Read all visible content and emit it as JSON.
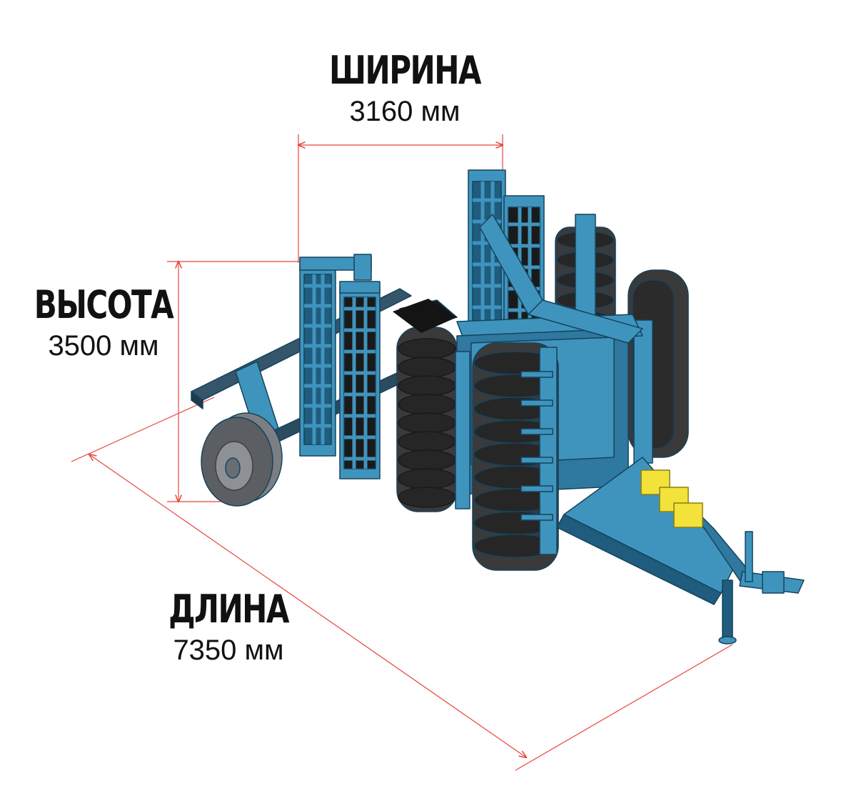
{
  "dimensions": {
    "width": {
      "title": "ШИРИНА",
      "value": "3160 мм"
    },
    "height": {
      "title": "ВЫСОТА",
      "value": "3500 мм"
    },
    "length": {
      "title": "ДЛИНА",
      "value": "7350 мм"
    }
  },
  "colors": {
    "machine_body": "#3f94bd",
    "machine_shadow": "#1f5c7d",
    "discs": "#3a3a3a",
    "tire": "#5b5e62",
    "accent_yellow": "#f2e23a",
    "dimension_lines": "#e8453c"
  }
}
